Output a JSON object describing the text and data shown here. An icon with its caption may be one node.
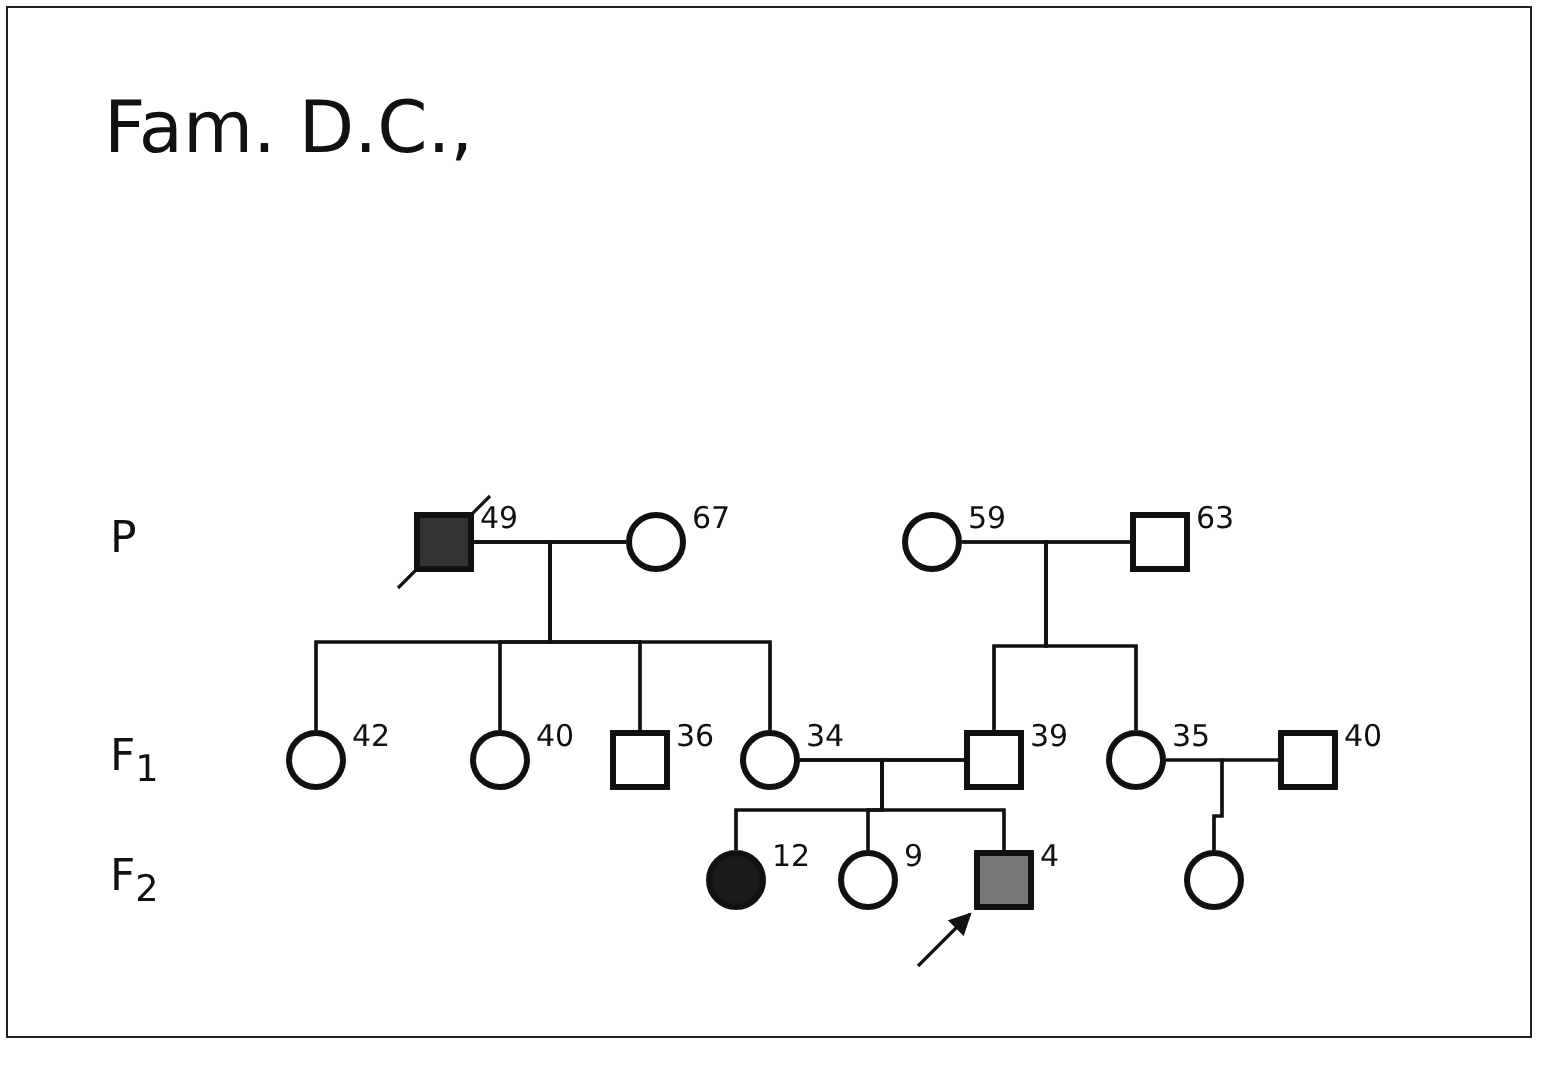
{
  "diagram": {
    "title": "Fam. D.C.,",
    "nodes": [
      {
        "text": [],
        "shape": "box",
        "beside": [
          "49"
        ]
      },
      {
        "text": [],
        "shape": "circle",
        "beside": [
          "67"
        ]
      },
      {
        "text": [],
        "shape": "circle",
        "beside": [
          "59"
        ]
      },
      {
        "text": [],
        "shape": "box",
        "beside": [
          "63"
        ]
      },
      {
        "text": [],
        "shape": "circle",
        "beside": [
          "42"
        ]
      },
      {
        "text": [],
        "shape": "circle",
        "beside": [
          "40"
        ]
      },
      {
        "text": [],
        "shape": "box",
        "beside": [
          "36"
        ]
      },
      {
        "text": [],
        "shape": "circle",
        "beside": [
          "34"
        ]
      },
      {
        "text": [],
        "shape": "box",
        "beside": [
          "39"
        ]
      },
      {
        "text": [],
        "shape": "circle",
        "beside": [
          "35"
        ]
      },
      {
        "text": [],
        "shape": "box",
        "beside": [
          "40"
        ]
      },
      {
        "text": [],
        "shape": "circle",
        "beside": [
          "12"
        ]
      },
      {
        "text": [],
        "shape": "circle",
        "beside": [
          "9"
        ]
      },
      {
        "text": [],
        "shape": "box",
        "beside": [
          "4"
        ]
      },
      {
        "text": [],
        "shape": "circle"
      }
    ],
    "edges": [
      {
        "from": 0,
        "to": 1,
        "arrow": "none"
      },
      {
        "from": 2,
        "to": 3,
        "arrow": "none"
      },
      {
        "from": 7,
        "to": 8,
        "arrow": "none"
      },
      {
        "from": 9,
        "to": 10,
        "arrow": "none"
      },
      {
        "from": 0,
        "to": 4,
        "arrow": "none"
      },
      {
        "from": 1,
        "to": 4,
        "arrow": "none"
      },
      {
        "from": 0,
        "to": 5,
        "arrow": "none"
      },
      {
        "from": 1,
        "to": 5,
        "arrow": "none"
      },
      {
        "from": 0,
        "to": 6,
        "arrow": "none"
      },
      {
        "from": 1,
        "to": 6,
        "arrow": "none"
      },
      {
        "from": 0,
        "to": 7,
        "arrow": "none"
      },
      {
        "from": 1,
        "to": 7,
        "arrow": "none"
      },
      {
        "from": 2,
        "to": 8,
        "arrow": "none"
      },
      {
        "from": 3,
        "to": 8,
        "arrow": "none"
      },
      {
        "from": 2,
        "to": 9,
        "arrow": "none"
      },
      {
        "from": 3,
        "to": 9,
        "arrow": "none"
      },
      {
        "from": 7,
        "to": 11,
        "arrow": "none"
      },
      {
        "from": 8,
        "to": 11,
        "arrow": "none"
      },
      {
        "from": 7,
        "to": 12,
        "arrow": "none"
      },
      {
        "from": 8,
        "to": 12,
        "arrow": "none"
      },
      {
        "from": 7,
        "to": 13,
        "arrow": "none"
      },
      {
        "from": 8,
        "to": 13,
        "arrow": "none"
      },
      {
        "from": 9,
        "to": 14,
        "arrow": "none"
      },
      {
        "from": 10,
        "to": 14,
        "arrow": "none"
      },
      {
        "from": null,
        "to": 13,
        "arrow": "to"
      }
    ],
    "labels": [
      "P",
      "F$_{1}$",
      "F$_{2}$"
    ]
  }
}
